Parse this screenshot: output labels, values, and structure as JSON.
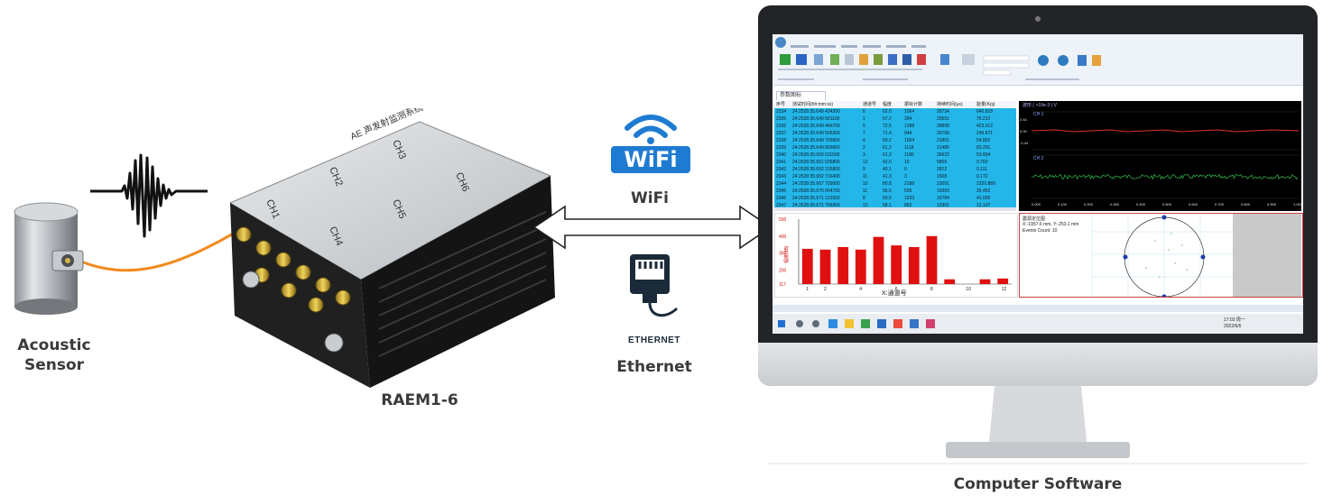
{
  "labels": {
    "sensor": "Acoustic\nSensor",
    "device": "RAEM1-6",
    "wifi_logo": "WiFi",
    "wifi": "WiFi",
    "ethernet_logo": "ETHERNET",
    "ethernet": "Ethernet",
    "computer": "Computer Software"
  },
  "device_panel": {
    "channels": [
      "CH1",
      "CH2",
      "CH3",
      "CH4",
      "CH5",
      "CH6"
    ]
  },
  "software": {
    "tab": "参数图标",
    "table_headers": [
      "序号",
      "测试时间(hh:mm:ss)",
      "通道号",
      "幅度",
      "振铃计数",
      "持续时间(μs)",
      "能量(Kpj)"
    ],
    "table_rows": [
      [
        "2334",
        "24:2528:35.649 434300",
        "6",
        "62.0",
        "1064",
        "28734",
        "640.818"
      ],
      [
        "2335",
        "24:2528:35.649 501100",
        "1",
        "57.2",
        "394",
        "20551",
        "75.212"
      ],
      [
        "2336",
        "24:2528:35.649 446700",
        "5",
        "72.5",
        "1288",
        "28808",
        "423.012"
      ],
      [
        "2337",
        "24:2528:35.649 505300",
        "7",
        "71.4",
        "944",
        "26768",
        "249.871"
      ],
      [
        "2338",
        "24:2528:35.649 705800",
        "4",
        "60.2",
        "1004",
        "21851",
        "54.802"
      ],
      [
        "2339",
        "24:2528:35.649 809900",
        "2",
        "61.2",
        "1118",
        "21485",
        "83.291"
      ],
      [
        "2340",
        "24:2528:35.650 011500",
        "3",
        "61.2",
        "1186",
        "26622",
        "53.804"
      ],
      [
        "2341",
        "24:2528:35.651 036800",
        "12",
        "42.0",
        "10",
        "5809",
        "0.760"
      ],
      [
        "2342",
        "24:2528:35.652 105800",
        "9",
        "40.1",
        "0",
        "2812",
        "0.111"
      ],
      [
        "2343",
        "24:2528:35.652 716400",
        "11",
        "41.3",
        "3",
        "1508",
        "0.172"
      ],
      [
        "2344",
        "24:2528:35.667 709000",
        "10",
        "80.8",
        "2188",
        "23091",
        "2320.889"
      ],
      [
        "2345",
        "24:2528:35.670 004700",
        "11",
        "56.6",
        "509",
        "15009",
        "25.452"
      ],
      [
        "2346",
        "24:2528:35.671 123300",
        "8",
        "59.5",
        "1033",
        "16784",
        "41.006"
      ],
      [
        "2347",
        "24:2528:35.671 706900",
        "12",
        "58.1",
        "862",
        "12961",
        "12.107"
      ]
    ],
    "wave_title": "波形 ( ×10e-3 ) V",
    "wave_ch1": "CH 1",
    "wave_ch2": "CH 2",
    "wave_yticks": [
      "2.44",
      "0.00",
      "-2.44"
    ],
    "wave_xticks": [
      "0.000",
      "0.100",
      "0.200",
      "0.300",
      "0.400",
      "0.500",
      "0.600",
      "0.700",
      "0.800",
      "0.900",
      "1.000"
    ],
    "bar_xlabel": "X:通道号",
    "bar_ylabel": "幅度(dB)",
    "bar_yticks": [
      "500",
      "400",
      "300",
      "200",
      "117"
    ],
    "bar_xticks": [
      "1",
      "2",
      "4",
      "6",
      "8",
      "10",
      "12"
    ],
    "loc_title": "震源定位图",
    "loc_line1": "X:-1957.6 mm, Y:-253.1 mm",
    "loc_line2": "Events Count: 10",
    "taskbar_time": "17:03 周一",
    "taskbar_date": "2022/6/6"
  },
  "chart_data": {
    "type": "bar",
    "categories": [
      "1",
      "2",
      "3",
      "4",
      "5",
      "6",
      "7",
      "8",
      "9",
      "10",
      "11",
      "12"
    ],
    "values": [
      325,
      320,
      335,
      320,
      395,
      345,
      335,
      400,
      145,
      117,
      145,
      150
    ],
    "ylim": [
      117,
      500
    ],
    "xlabel": "X:通道号",
    "ylabel": "幅度(dB)",
    "bar_color": "#e01010"
  },
  "colors": {
    "table_bg": "#24b6e8",
    "wave_trace": "#2fa844",
    "bar": "#e01010",
    "accent_orange": "#f28a1e",
    "wifi_blue": "#1f7bd1",
    "ethernet_dark": "#1b2a38"
  }
}
